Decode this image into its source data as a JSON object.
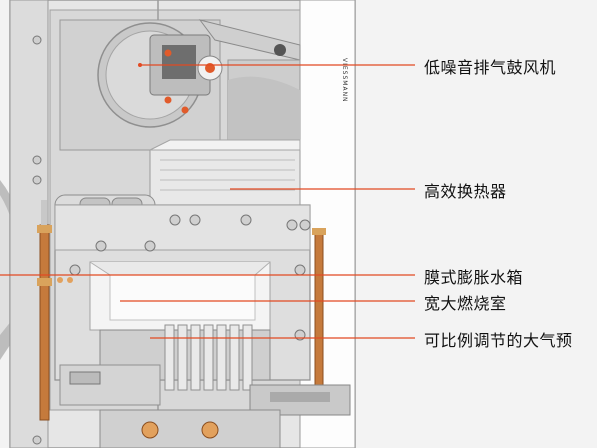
{
  "brand_vertical_text": "VIESSMANN",
  "callouts": [
    {
      "id": "fan",
      "label": "低噪音排气鼓风机"
    },
    {
      "id": "heat-exchanger",
      "label": "高效换热器"
    },
    {
      "id": "expansion-tank",
      "label": "膜式膨胀水箱"
    },
    {
      "id": "combustion-chamber",
      "label": "宽大燃烧室"
    },
    {
      "id": "burner",
      "label": "可比例调节的大气预"
    }
  ],
  "colors": {
    "leader_line": "#e24a22",
    "housing": "#d9d9d9",
    "pipe": "#c57a3c"
  }
}
